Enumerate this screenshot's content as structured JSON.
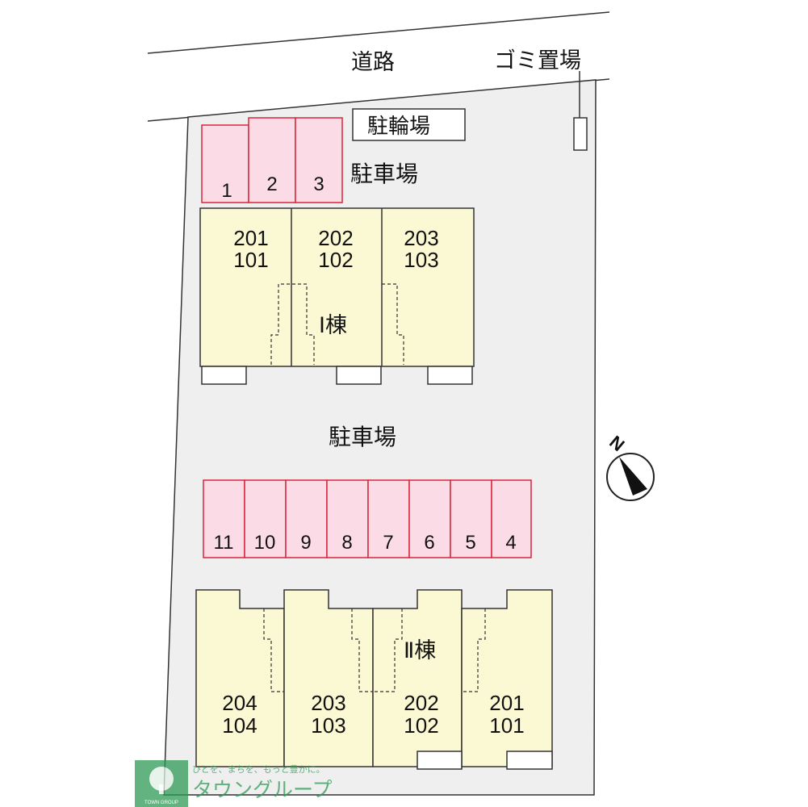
{
  "map": {
    "road_label": "道路",
    "garbage_label": "ゴミ置場",
    "bicycle_parking_label": "駐輪場",
    "parking_label_top": "駐車場",
    "parking_label_middle": "駐車場",
    "north_label": "N",
    "building1_label": "Ⅰ棟",
    "building2_label": "Ⅱ棟",
    "top_spaces": [
      "1",
      "2",
      "3"
    ],
    "middle_spaces": [
      "11",
      "10",
      "9",
      "8",
      "7",
      "6",
      "5",
      "4"
    ],
    "building1_units": [
      {
        "upper": "201",
        "lower": "101"
      },
      {
        "upper": "202",
        "lower": "102"
      },
      {
        "upper": "203",
        "lower": "103"
      }
    ],
    "building2_units": [
      {
        "upper": "204",
        "lower": "104"
      },
      {
        "upper": "203",
        "lower": "103"
      },
      {
        "upper": "202",
        "lower": "102"
      },
      {
        "upper": "201",
        "lower": "101"
      }
    ]
  },
  "branding": {
    "tagline": "ひとを、まちを、もっと豊かに。",
    "company": "タウングループ",
    "logo_small_text": "TOWN GROUP"
  },
  "colors": {
    "lot": "#efeff0",
    "parking_fill": "#fbdce6",
    "parking_stroke": "#d9253a",
    "building_fill": "#fbf9d3",
    "brand_green": "#2e9a55"
  }
}
